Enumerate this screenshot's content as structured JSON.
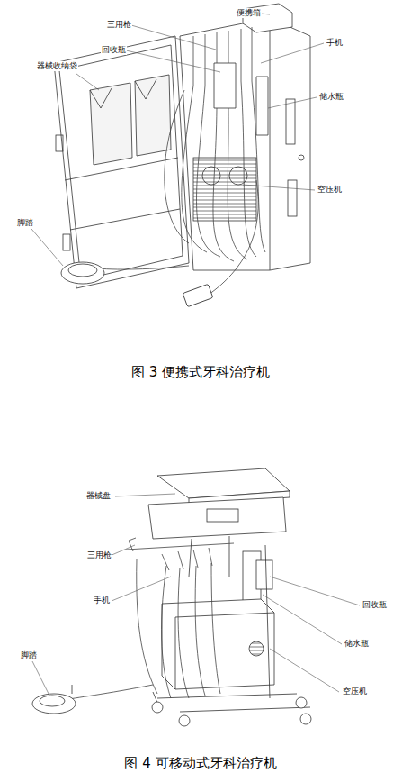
{
  "diagram": {
    "labels": [
      "便携箱",
      "三用枪",
      "手机",
      "回收瓶",
      "器械收纳袋",
      "储水瓶",
      "空压机",
      "脚踏",
      "图 3  便携式牙科治疗机",
      "器械盘",
      "三用枪",
      "回收瓶",
      "手机",
      "储水瓶",
      "空压机",
      "脚踏",
      "图 4  可移动式牙科治疗机"
    ]
  }
}
